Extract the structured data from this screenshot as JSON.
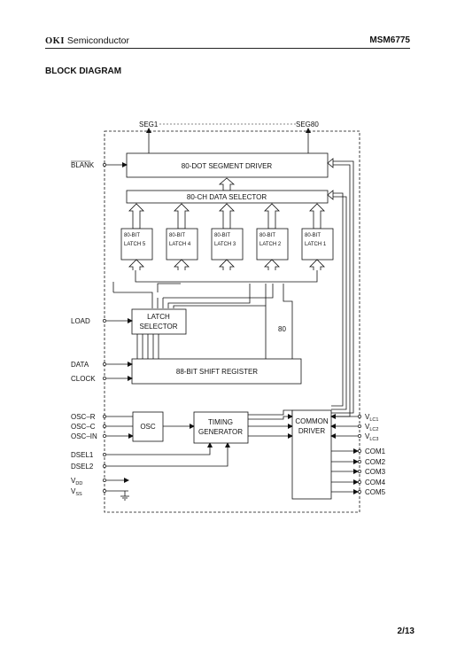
{
  "header": {
    "brand": "OKI",
    "brand_suffix": "Semiconductor",
    "part_number": "MSM6775"
  },
  "section_title": "BLOCK DIAGRAM",
  "page_number": "2/13",
  "diagram": {
    "top_labels": {
      "seg_first": "SEG1",
      "seg_last": "SEG80"
    },
    "blocks": {
      "segment_driver": "80-DOT SEGMENT DRIVER",
      "data_selector": "80-CH DATA SELECTOR",
      "latch_prefix": "80-BIT",
      "latches": [
        "LATCH 5",
        "LATCH 4",
        "LATCH 3",
        "LATCH 2",
        "LATCH 1"
      ],
      "latch_selector": [
        "LATCH",
        "SELECTOR"
      ],
      "shift_register": "88-BIT SHIFT REGISTER",
      "osc": "OSC",
      "timing_generator": [
        "TIMING",
        "GENERATOR"
      ],
      "common_driver": [
        "COMMON",
        "DRIVER"
      ]
    },
    "bus_width_label": "80",
    "left_pins": {
      "blank": "BLANK",
      "load": "LOAD",
      "data": "DATA",
      "clock": "CLOCK",
      "osc_r": "OSC–R",
      "osc_c": "OSC–C",
      "osc_in": "OSC–IN",
      "dsel1": "DSEL1",
      "dsel2": "DSEL2",
      "vdd": {
        "main": "V",
        "sub": "DD"
      },
      "vss": {
        "main": "V",
        "sub": "SS"
      }
    },
    "right_pins": {
      "vlc": [
        {
          "main": "V",
          "sub": "LC1"
        },
        {
          "main": "V",
          "sub": "LC2"
        },
        {
          "main": "V",
          "sub": "LC3"
        }
      ],
      "com": [
        "COM1",
        "COM2",
        "COM3",
        "COM4",
        "COM5"
      ]
    }
  }
}
